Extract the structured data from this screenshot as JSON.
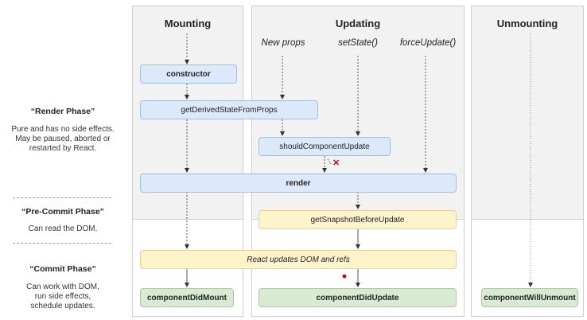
{
  "columns": {
    "mounting": "Mounting",
    "updating": "Updating",
    "unmounting": "Unmounting"
  },
  "triggers": {
    "new_props": "New props",
    "set_state": "setState()",
    "force_update": "forceUpdate()"
  },
  "boxes": {
    "constructor": "constructor",
    "get_derived_state": "getDerivedStateFromProps",
    "should_component_update": "shouldComponentUpdate",
    "render": "render",
    "get_snapshot": "getSnapshotBeforeUpdate",
    "react_updates": "React updates DOM and refs",
    "component_did_mount": "componentDidMount",
    "component_did_update": "componentDidUpdate",
    "component_will_unmount": "componentWillUnmount"
  },
  "phases": {
    "render": {
      "title": "“Render Phase”",
      "desc": [
        "Pure and has no side effects.",
        "May be paused, aborted or",
        "restarted by React."
      ]
    },
    "pre_commit": {
      "title": "“Pre-Commit Phase”",
      "desc": [
        "Can read the DOM."
      ]
    },
    "commit": {
      "title": "“Commit Phase”",
      "desc": [
        "Can work with DOM,",
        "run side effects,",
        "schedule updates."
      ]
    }
  },
  "markers": {
    "cancel": "✕"
  },
  "colors": {
    "blue_box": "#dce9fb",
    "yellow_box": "#fdf4cc",
    "green_box": "#d9ead3",
    "render_bg": "#f2f2f2",
    "cancel_mark": "#d0021b"
  }
}
